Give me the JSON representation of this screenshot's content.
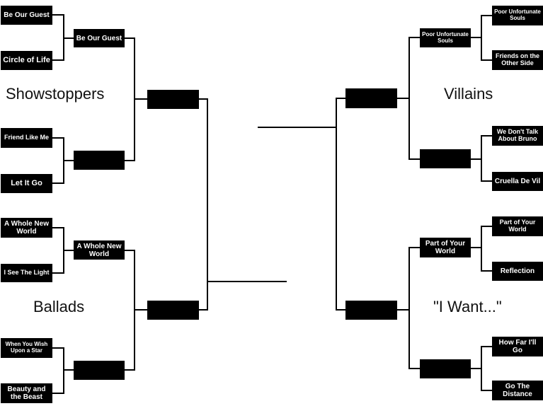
{
  "regions": {
    "showstoppers": "Showstoppers",
    "villains": "Villains",
    "ballads": "Ballads",
    "i_want": "\"I Want...\""
  },
  "round1": {
    "showstoppers": [
      "Be Our Guest",
      "Circle of Life",
      "Friend Like Me",
      "Let It Go"
    ],
    "ballads": [
      "A Whole New World",
      "I See The Light",
      "When You Wish Upon a Star",
      "Beauty and the Beast"
    ],
    "villains": [
      "Poor Unfortunate Souls",
      "Friends on the Other Side",
      "We Don't Talk About Bruno",
      "Cruella De Vil"
    ],
    "i_want": [
      "Part of Your World",
      "Reflection",
      "How Far I'll Go",
      "Go The Distance"
    ]
  },
  "round2": {
    "showstoppers": [
      "Be Our Guest",
      ""
    ],
    "ballads": [
      "A Whole New World",
      ""
    ],
    "villains": [
      "Poor Unfortunate Souls",
      ""
    ],
    "i_want": [
      "Part of Your World",
      ""
    ]
  },
  "round3": {
    "showstoppers": "",
    "ballads": "",
    "villains": "",
    "i_want": ""
  },
  "colors": {
    "box": "#000000",
    "text": "#ffffff",
    "line": "#000000",
    "background": "#ffffff"
  }
}
